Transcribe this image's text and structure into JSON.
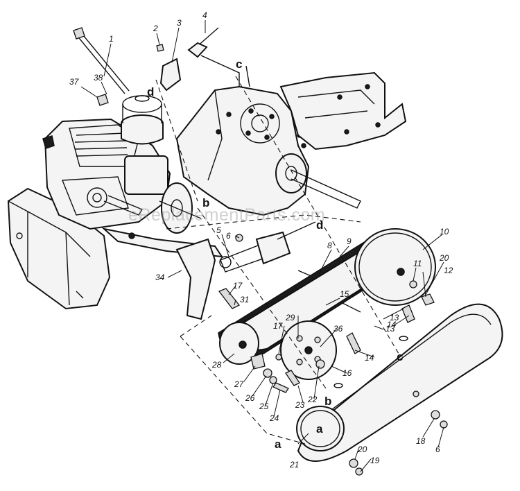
{
  "watermark": "eReplacementParts.com",
  "callouts": {
    "c1": "1",
    "c2": "2",
    "c3": "3",
    "c4": "4",
    "c5": "5",
    "c6a": "6",
    "c6b": "6",
    "c8": "8",
    "c9": "9",
    "c10": "10",
    "c11": "11",
    "c12": "12",
    "c13a": "13",
    "c13b": "13",
    "c14a": "14",
    "c14b": "14",
    "c15": "15",
    "c16": "16",
    "c17a": "17",
    "c17b": "17",
    "c18": "18",
    "c19": "19",
    "c20a": "20",
    "c20b": "20",
    "c21": "21",
    "c22": "22",
    "c23": "23",
    "c24": "24",
    "c25": "25",
    "c26": "26",
    "c27": "27",
    "c28": "28",
    "c29": "29",
    "c31": "31",
    "c34": "34",
    "c36": "36",
    "c37": "37",
    "c38": "38"
  },
  "letters": {
    "a1": "a",
    "a2": "a",
    "b1": "b",
    "b2": "b",
    "c1": "c",
    "c2": "c",
    "d1": "d",
    "d2": "d"
  }
}
